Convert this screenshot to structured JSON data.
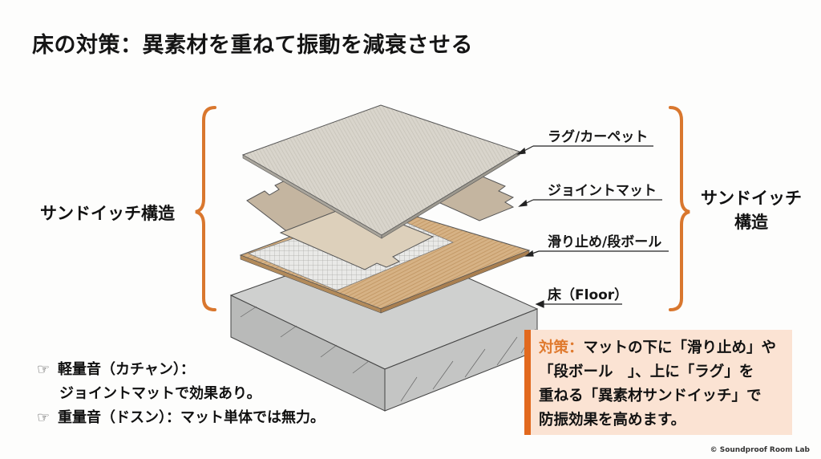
{
  "title": "床の対策：異素材を重ねて振動を減衰させる",
  "brace_color": "#d9772e",
  "side_labels": {
    "left": "サンドイッチ構造",
    "right_line1": "サンドイッチ",
    "right_line2": "構造"
  },
  "layers": [
    {
      "id": "rug",
      "label": "ラグ/カーペット"
    },
    {
      "id": "joint-mat",
      "label": "ジョイントマット"
    },
    {
      "id": "anti-slip",
      "label": "滑り止め/段ボール"
    },
    {
      "id": "floor",
      "label": "床（Floor）"
    }
  ],
  "notes": [
    {
      "icon": "pointing-hand-icon",
      "line1": "軽量音（カチャン）：",
      "line2": "ジョイントマットで効果あり。"
    },
    {
      "icon": "pointing-hand-icon",
      "line1": "重量音（ドスン）：マット単体では無力。"
    }
  ],
  "callout": {
    "lead": "対策：",
    "line1": "マットの下に「滑り止め」や",
    "line2": "「段ボール　」、上に「ラグ」を",
    "line3": "重ねる「異素材サンドイッチ」で",
    "line4": "防振効果を高めます。",
    "accent_color": "#e2691e",
    "background": "#fbe3d3"
  },
  "copyright": "© Soundproof Room Lab"
}
